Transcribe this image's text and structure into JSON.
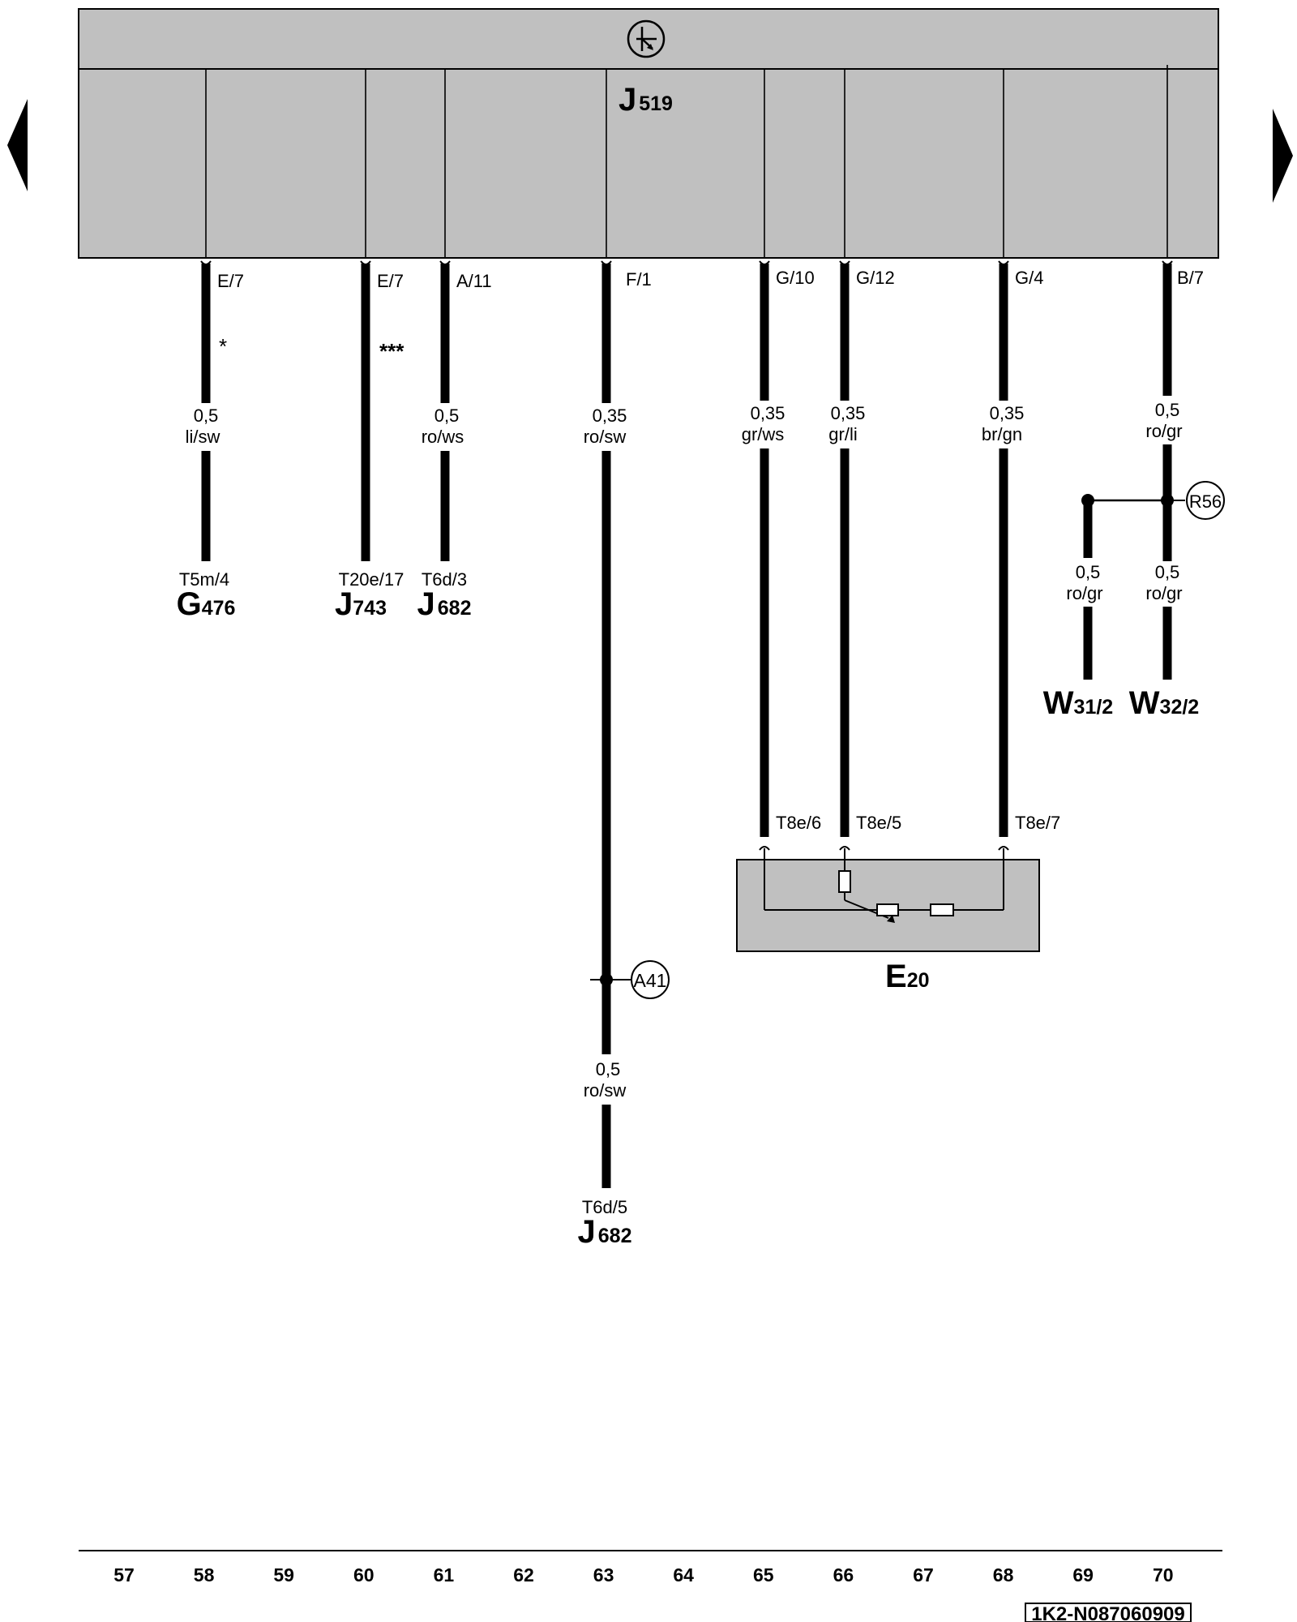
{
  "module": {
    "name": "J",
    "sub": "519"
  },
  "wires": [
    {
      "pin": "E/7",
      "size": "0,5",
      "color": "li/sw"
    },
    {
      "pin": "E/7",
      "annotation": "***"
    },
    {
      "pin": "A/11",
      "size": "0,5",
      "color": "ro/ws"
    },
    {
      "pin": "F/1",
      "size": "0,35",
      "color": "ro/sw"
    },
    {
      "pin": "G/10",
      "size": "0,35",
      "color": "gr/ws"
    },
    {
      "pin": "G/12",
      "size": "0,35",
      "color": "gr/li"
    },
    {
      "pin": "G/4",
      "size": "0,35",
      "color": "br/gn"
    },
    {
      "pin": "B/7",
      "size": "0,5",
      "color": "ro/gr"
    }
  ],
  "asterisk_single": "*",
  "targets": [
    {
      "terminal": "T5m/4",
      "name": "G",
      "sub": "476"
    },
    {
      "terminal": "T20e/17",
      "name": "J",
      "sub": "743"
    },
    {
      "terminal": "T6d/3",
      "name": "J",
      "sub": "682"
    }
  ],
  "f1_lower": {
    "size": "0,5",
    "color": "ro/sw",
    "terminal": "T6d/5",
    "name": "J",
    "sub": "682"
  },
  "connection_points": {
    "a41": "A41",
    "r56": "R56"
  },
  "w_branches": [
    {
      "size": "0,5",
      "color": "ro/gr",
      "name": "W",
      "sub": "31/2"
    },
    {
      "size": "0,5",
      "color": "ro/gr",
      "name": "W",
      "sub": "32/2"
    }
  ],
  "e20": {
    "terminals": [
      "T8e/6",
      "T8e/5",
      "T8e/7"
    ],
    "name": "E",
    "sub": "20"
  },
  "columns": [
    "57",
    "58",
    "59",
    "60",
    "61",
    "62",
    "63",
    "64",
    "65",
    "66",
    "67",
    "68",
    "69",
    "70"
  ],
  "diagram_code": "1K2-N087060909"
}
